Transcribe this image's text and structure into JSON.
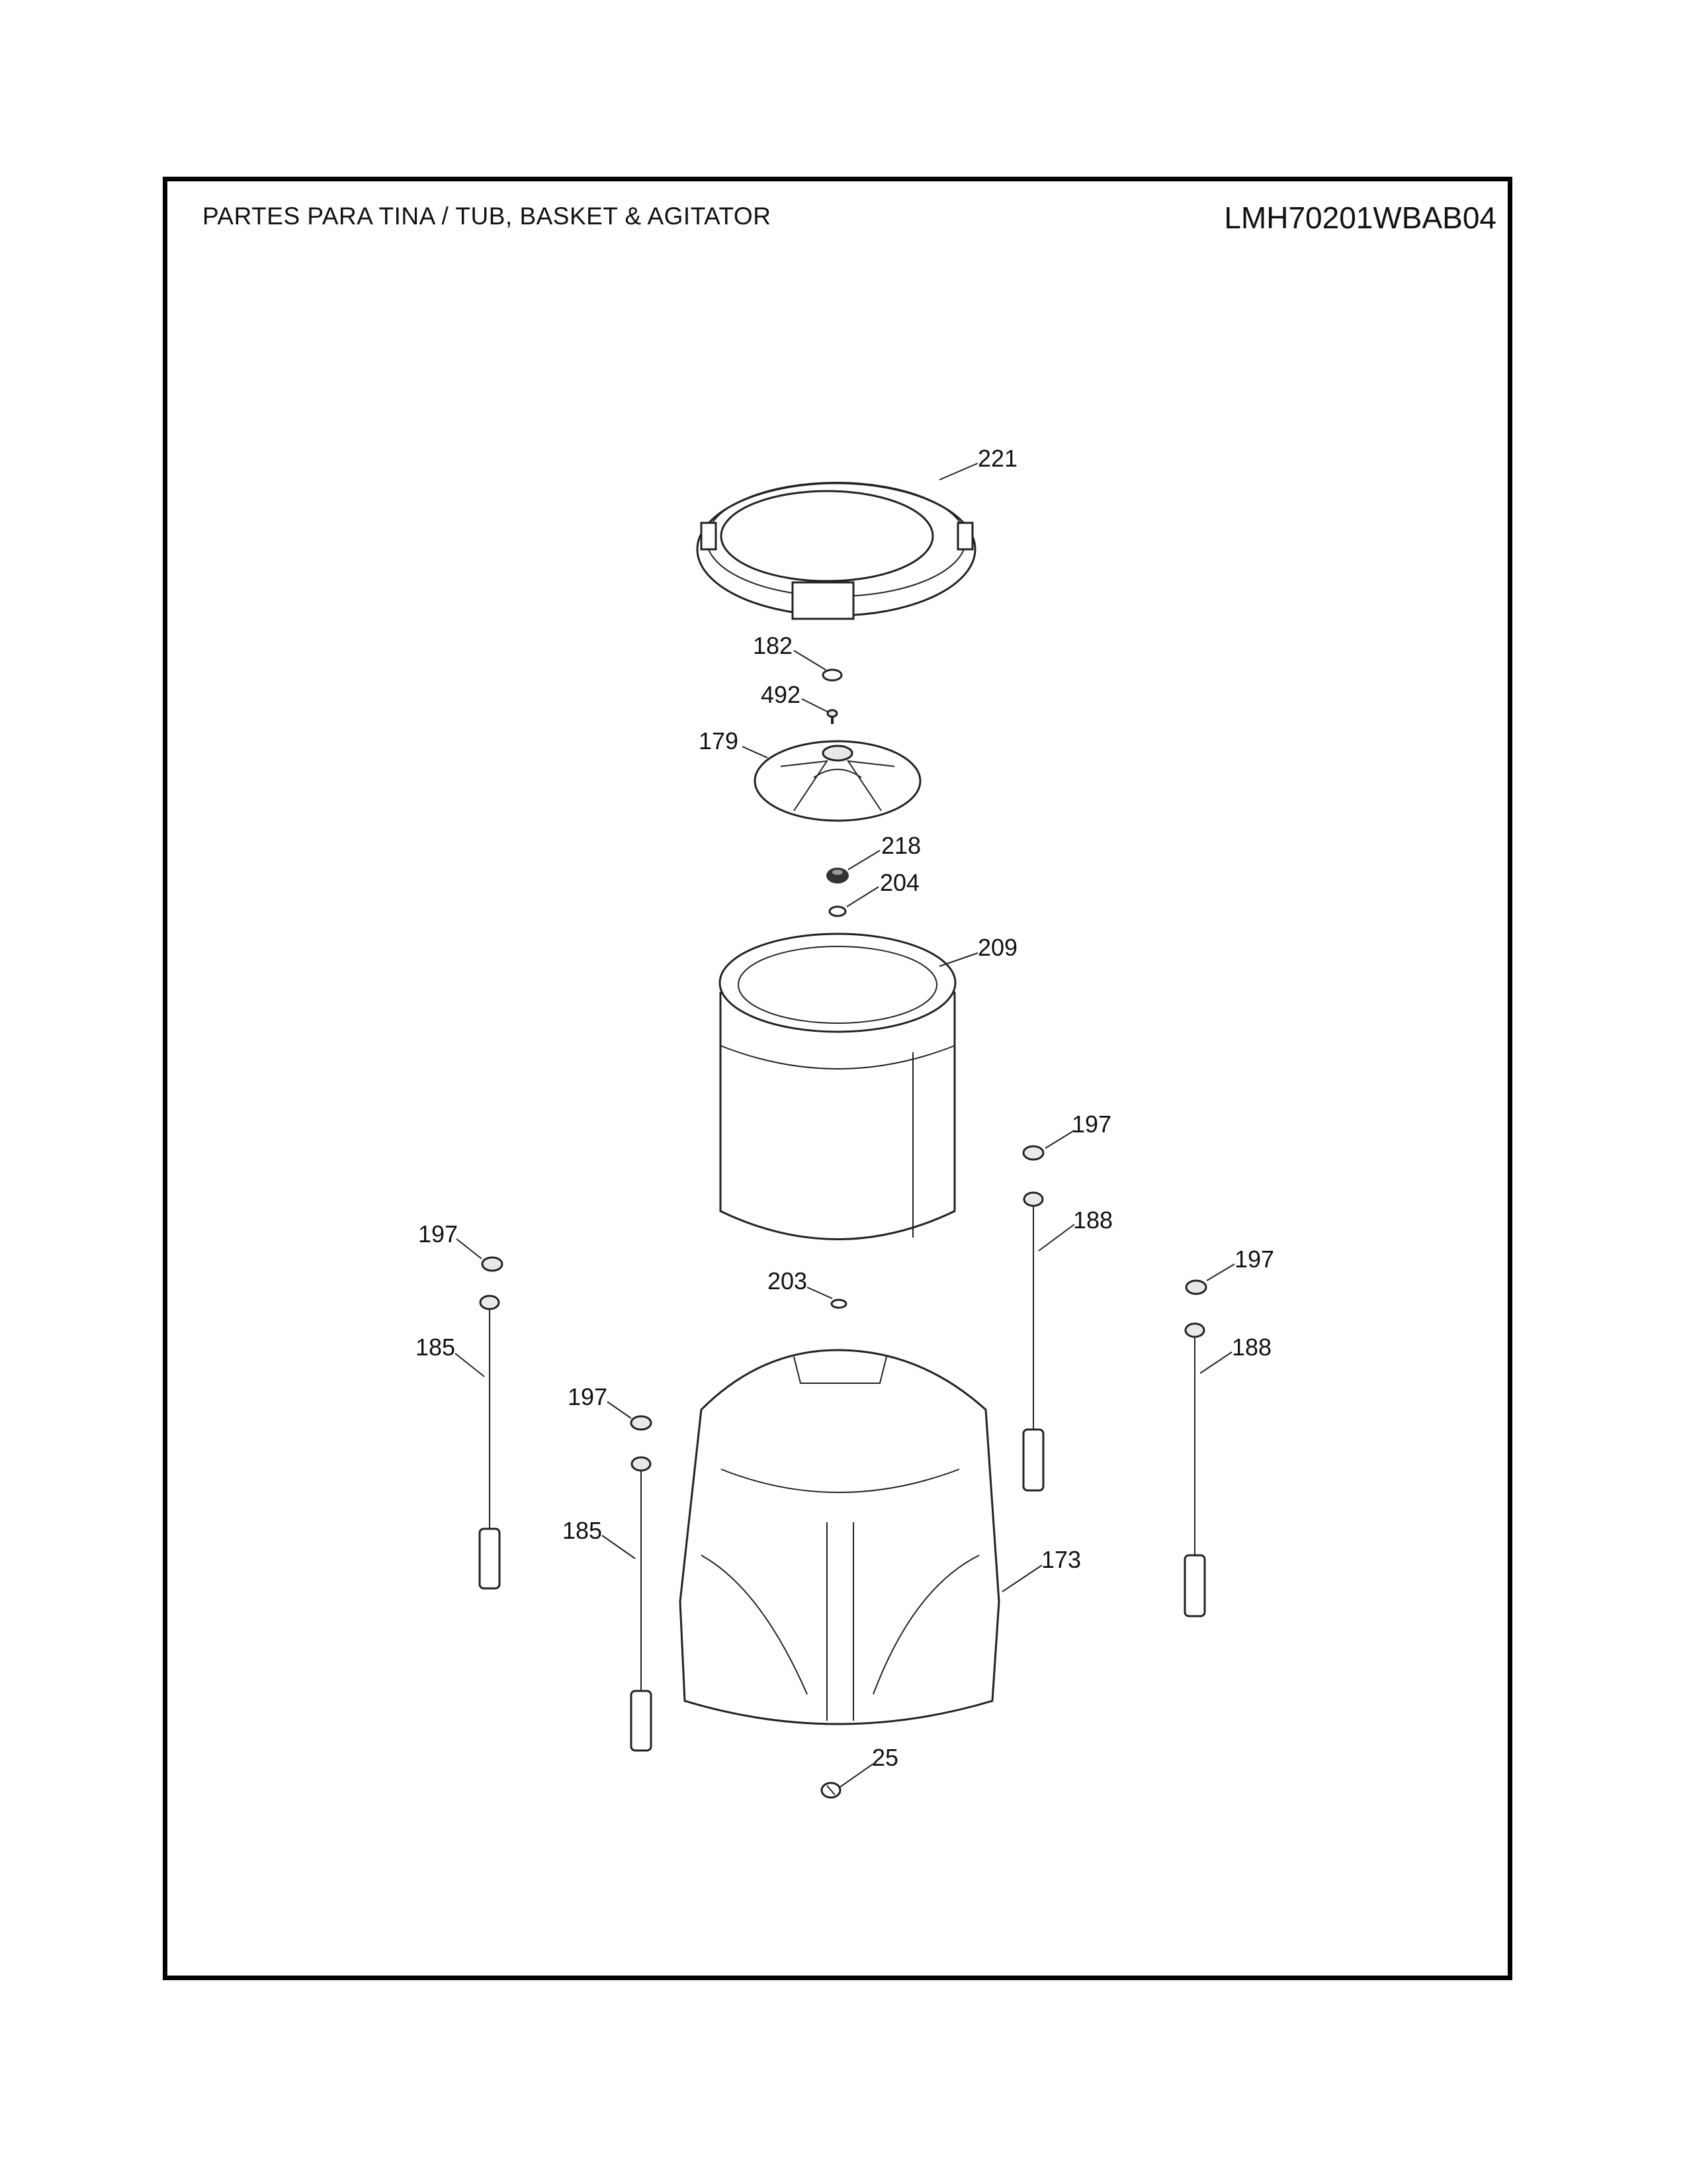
{
  "header": {
    "title": "PARTES PARA TINA  /  TUB, BASKET & AGITATOR",
    "model": "LMH70201WBAB04"
  },
  "callouts": {
    "c221": "221",
    "c182": "182",
    "c492": "492",
    "c179": "179",
    "c218": "218",
    "c204": "204",
    "c209": "209",
    "c197a": "197",
    "c188a": "188",
    "c197b": "197",
    "c197c": "197",
    "c203": "203",
    "c185a": "185",
    "c188b": "188",
    "c197d": "197",
    "c185b": "185",
    "c173": "173",
    "c25": "25"
  }
}
